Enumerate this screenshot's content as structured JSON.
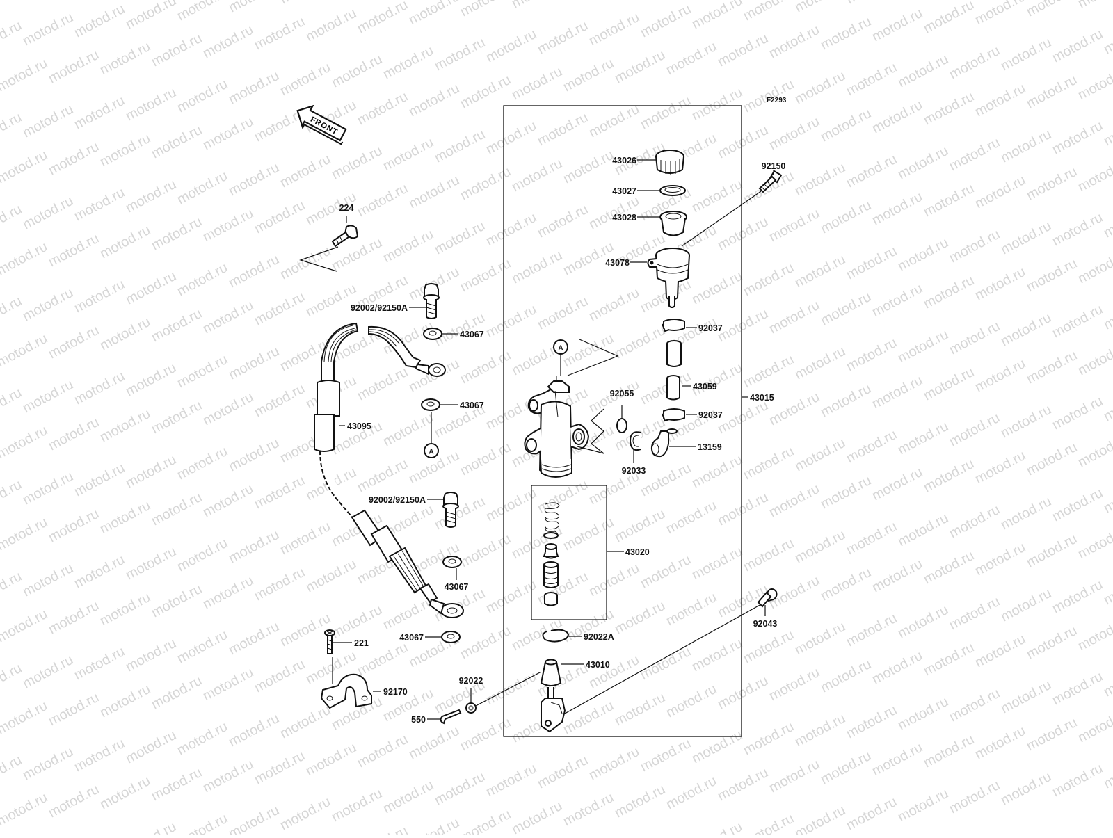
{
  "watermark": "motod.ru",
  "figure_code": "F2293",
  "front_label": "FRONT",
  "ref_marker": "A",
  "labels": {
    "p43026": "43026",
    "p43027": "43027",
    "p43028": "43028",
    "p43078": "43078",
    "p92150": "92150",
    "p92037_top": "92037",
    "p43059": "43059",
    "p92037_bot": "92037",
    "p43015": "43015",
    "p92055": "92055",
    "p92033": "92033",
    "p13159": "13159",
    "p43020": "43020",
    "p92022A": "92022A",
    "p43010": "43010",
    "p92043": "92043",
    "p92022": "92022",
    "p550": "550",
    "p224": "224",
    "p92002_top": "92002/92150A",
    "p43067_1": "43067",
    "p43067_2": "43067",
    "p43095": "43095",
    "p92002_bot": "92002/92150A",
    "p43067_3": "43067",
    "p43067_4": "43067",
    "p221": "221",
    "p92170": "92170"
  }
}
